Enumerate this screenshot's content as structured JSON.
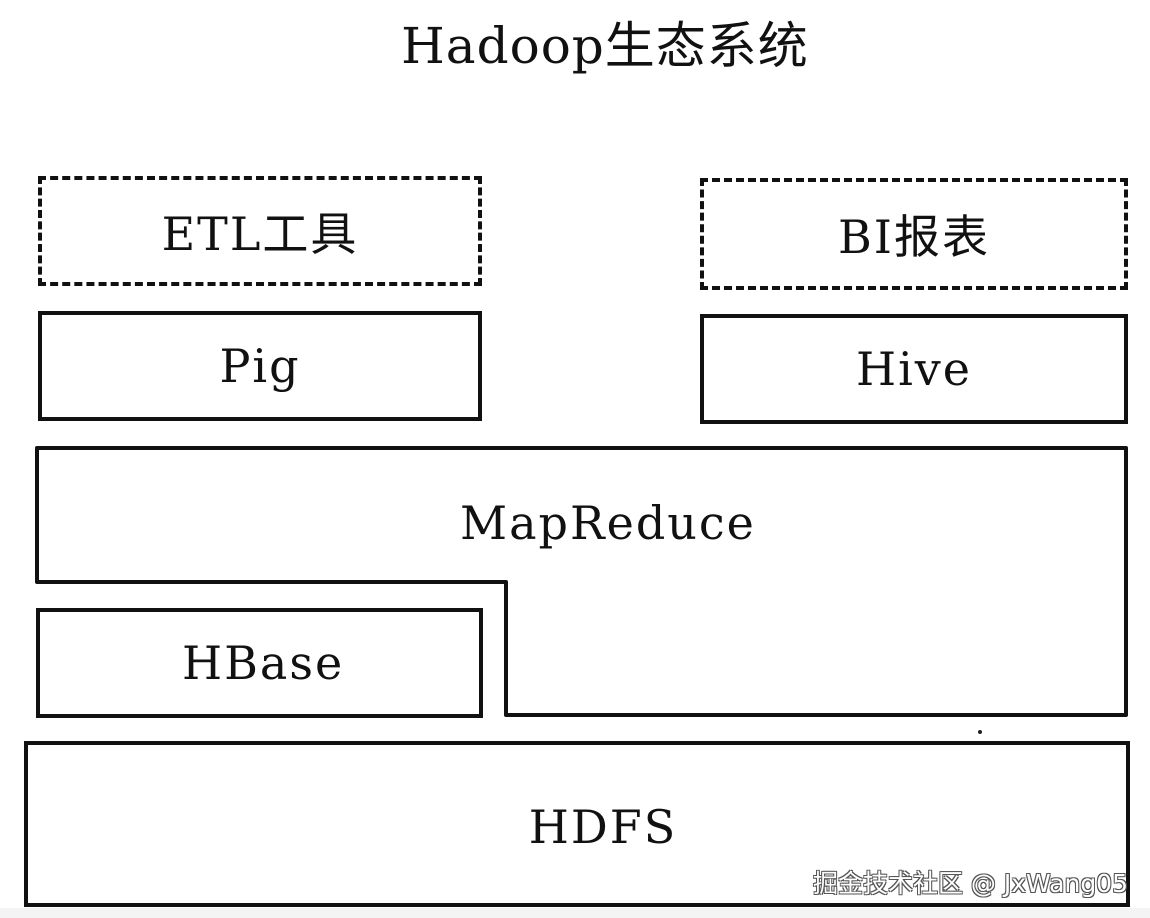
{
  "diagram": {
    "title": "Hadoop生态系统",
    "layers": {
      "etl_tool": "ETL工具",
      "bi_report": "BI报表",
      "pig": "Pig",
      "hive": "Hive",
      "mapreduce": "MapReduce",
      "hbase": "HBase",
      "hdfs": "HDFS"
    },
    "styles": {
      "line_color": "#111111",
      "background": "#ffffff"
    }
  },
  "watermark": "掘金技术社区 @ JxWang05"
}
